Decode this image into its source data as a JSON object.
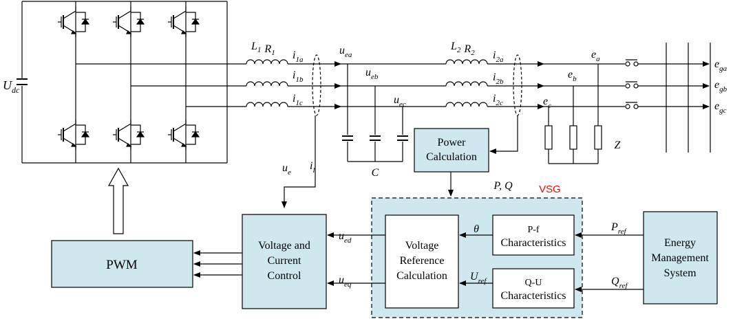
{
  "colors": {
    "block_fill": "#cfe8ee",
    "vsg_fill": "#cfe8ee",
    "vsg_label": "#ff0000",
    "line": "#000000"
  },
  "labels": {
    "udc": {
      "base": "U",
      "sub": "dc"
    },
    "l1r1": "L1 R1",
    "l2r2": "L2 R2",
    "i1a": {
      "base": "i",
      "sub": "1a"
    },
    "i1b": {
      "base": "i",
      "sub": "1b"
    },
    "i1c": {
      "base": "i",
      "sub": "1c"
    },
    "i2a": {
      "base": "i",
      "sub": "2a"
    },
    "i2b": {
      "base": "i",
      "sub": "2b"
    },
    "i2c": {
      "base": "i",
      "sub": "2c"
    },
    "uea": {
      "base": "u",
      "sub": "ea"
    },
    "ueb": {
      "base": "u",
      "sub": "eb"
    },
    "uec": {
      "base": "u",
      "sub": "ec"
    },
    "ea": {
      "base": "e",
      "sub": "a"
    },
    "eb": {
      "base": "e",
      "sub": "b"
    },
    "ec": {
      "base": "e",
      "sub": "c"
    },
    "ega": {
      "base": "e",
      "sub": "ga"
    },
    "egb": {
      "base": "e",
      "sub": "gb"
    },
    "egc": {
      "base": "e",
      "sub": "gc"
    },
    "c": "C",
    "z": "Z",
    "ue": {
      "base": "u",
      "sub": "e"
    },
    "il": {
      "base": "i",
      "sub": "l"
    },
    "pq": "P, Q",
    "ued": {
      "base": "u",
      "sub": "ed"
    },
    "ueq": {
      "base": "u",
      "sub": "eq"
    },
    "theta": "θ",
    "uref": {
      "base": "U",
      "sub": "ref"
    },
    "pref": {
      "base": "P",
      "sub": "ref"
    },
    "qref": {
      "base": "Q",
      "sub": "ref"
    },
    "vsg": "VSG"
  },
  "blocks": {
    "power_calc": [
      "Power",
      "Calculation"
    ],
    "voltage_current": [
      "Voltage and",
      "Current",
      "Control"
    ],
    "pwm": "PWM",
    "voltage_ref": [
      "Voltage",
      "Reference",
      "Calculation"
    ],
    "pf": [
      "P-f",
      "Characteristics"
    ],
    "qu": [
      "Q-U",
      "Characteristics"
    ],
    "ems": [
      "Energy",
      "Management",
      "System"
    ]
  }
}
